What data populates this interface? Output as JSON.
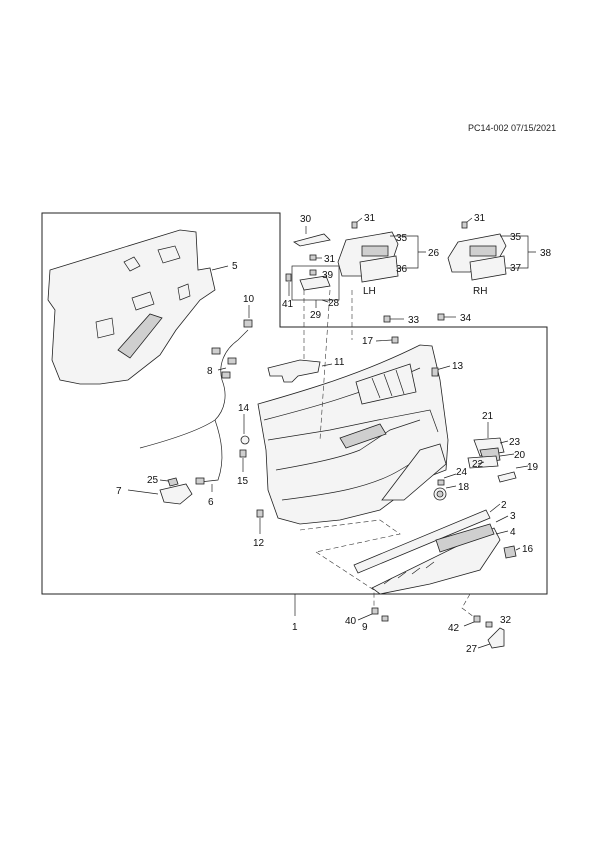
{
  "document_id": "PC14-002 07/15/2021",
  "callouts": {
    "c1": "1",
    "c2": "2",
    "c3": "3",
    "c4": "4",
    "c5": "5",
    "c6": "6",
    "c7": "7",
    "c8": "8",
    "c9": "9",
    "c10": "10",
    "c11": "11",
    "c12": "12",
    "c13": "13",
    "c14": "14",
    "c15": "15",
    "c16": "16",
    "c17": "17",
    "c18": "18",
    "c19": "19",
    "c20": "20",
    "c21": "21",
    "c22": "22",
    "c23": "23",
    "c24": "24",
    "c25": "25",
    "c26": "26",
    "c27": "27",
    "c28": "28",
    "c29": "29",
    "c30": "30",
    "c31a": "31",
    "c31b": "31",
    "c31c": "31",
    "c32": "32",
    "c33": "33",
    "c34": "34",
    "c35a": "35",
    "c35b": "35",
    "c36": "36",
    "c37": "37",
    "c38": "38",
    "c39": "39",
    "c40": "40",
    "c41": "41",
    "c42": "42"
  },
  "side_labels": {
    "left": "LH",
    "right": "RH"
  }
}
